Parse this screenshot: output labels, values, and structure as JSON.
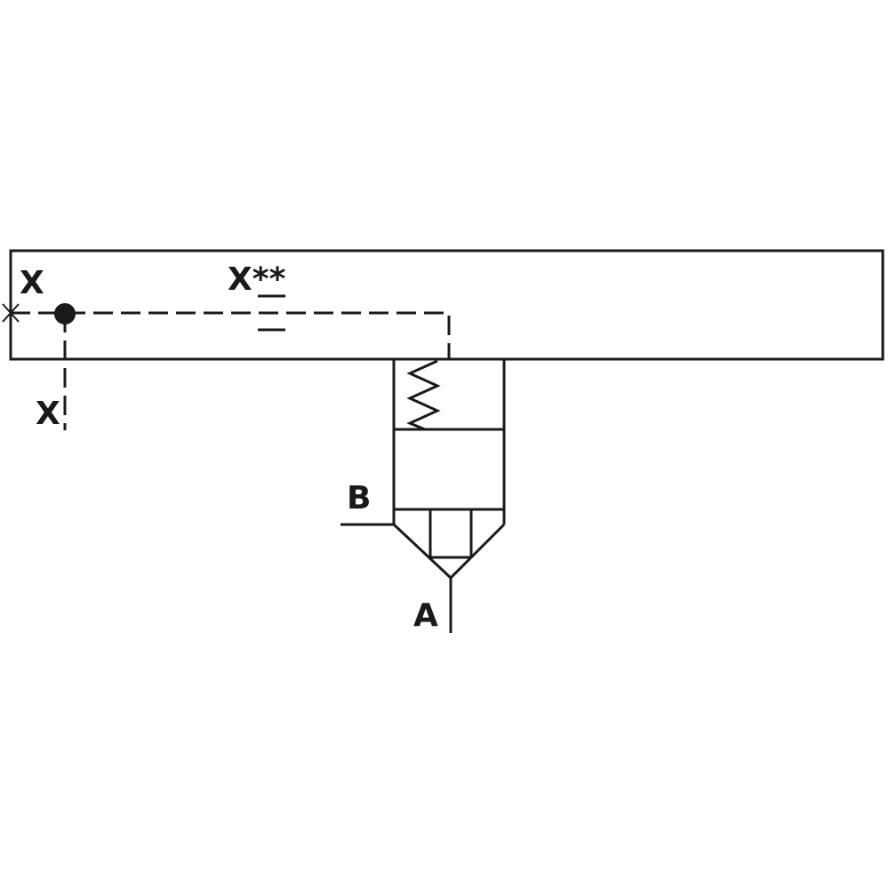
{
  "diagram": {
    "type": "hydraulic-schematic",
    "colors": {
      "line": "#1a1a1a",
      "background": "#ffffff"
    },
    "labels": {
      "pilot_port_top": "X",
      "pilot_port_bottom": "X",
      "restrictor_note": "X**",
      "port_b": "B",
      "port_a": "A"
    },
    "components": [
      {
        "id": "manifold-block",
        "kind": "rectangle"
      },
      {
        "id": "pilot-line",
        "kind": "dashed-line"
      },
      {
        "id": "junction-dot",
        "kind": "connection-point"
      },
      {
        "id": "plugged-port",
        "kind": "x-marker"
      },
      {
        "id": "orifice-restrictor",
        "kind": "restrictor"
      },
      {
        "id": "spring",
        "kind": "spring"
      },
      {
        "id": "cartridge-valve",
        "kind": "valve-body"
      },
      {
        "id": "poppet-seat",
        "kind": "cone"
      }
    ]
  }
}
